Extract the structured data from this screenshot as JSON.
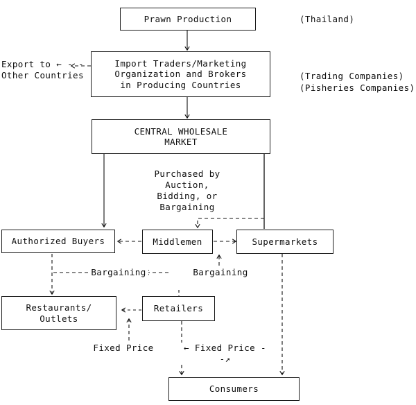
{
  "diagram": {
    "title": "Prawn marketing channel flowchart",
    "ink_color": "#111111",
    "background": "#ffffff",
    "nodes": [
      {
        "id": "prawn_production",
        "label": "Prawn Production"
      },
      {
        "id": "import_traders",
        "label": "Import Traders/Marketing\nOrganization and Brokers\nin Producing Countries"
      },
      {
        "id": "central_market",
        "label": "CENTRAL WHOLESALE\nMARKET"
      },
      {
        "id": "authorized_buyers",
        "label": "Authorized Buyers"
      },
      {
        "id": "middlemen",
        "label": "Middlemen"
      },
      {
        "id": "supermarkets",
        "label": "Supermarkets"
      },
      {
        "id": "restaurants_outlets",
        "label": "Restaurants/\nOutlets"
      },
      {
        "id": "retailers",
        "label": "Retailers"
      },
      {
        "id": "consumers",
        "label": "Consumers"
      }
    ],
    "annotations": [
      {
        "id": "country_note",
        "label": "(Thailand)"
      },
      {
        "id": "trading_companies_note",
        "label": "(Trading Companies)"
      },
      {
        "id": "fisheries_companies_note",
        "label": "(Pisheries Companies)"
      },
      {
        "id": "export_note",
        "label": "Export to ← - -\nOther Countries"
      },
      {
        "id": "purchase_method_note",
        "label": "Purchased by\nAuction,\nBidding, or\nBargaining"
      },
      {
        "id": "bargaining_left",
        "label": "Bargaining"
      },
      {
        "id": "bargaining_right",
        "label": "Bargaining"
      },
      {
        "id": "fixed_price_left",
        "label": "Fixed Price"
      },
      {
        "id": "fixed_price_right",
        "label": "← Fixed Price - -↗"
      }
    ],
    "edges": [
      {
        "from": "prawn_production",
        "to": "import_traders",
        "style": "solid-arrow"
      },
      {
        "from": "import_traders",
        "to": "export_note",
        "style": "dashed-arrow"
      },
      {
        "from": "import_traders",
        "to": "central_market",
        "style": "solid-arrow"
      },
      {
        "from": "central_market",
        "to": "authorized_buyers",
        "style": "solid-arrow"
      },
      {
        "from": "central_market",
        "to": "middlemen",
        "style": "dashed-arrow"
      },
      {
        "from": "central_market",
        "to": "supermarkets",
        "style": "solid-arrow"
      },
      {
        "from": "middlemen",
        "to": "authorized_buyers",
        "style": "dashed-arrow"
      },
      {
        "from": "middlemen",
        "to": "supermarkets",
        "style": "dashed-arrow"
      },
      {
        "from": "authorized_buyers",
        "to": "restaurants_outlets",
        "style": "dashed-arrow"
      },
      {
        "from": "supermarkets",
        "to": "consumers",
        "style": "dashed-arrow"
      },
      {
        "from": "retailers",
        "to": "consumers",
        "style": "dashed-arrow"
      },
      {
        "from": "retailers",
        "to": "restaurants_outlets",
        "style": "dashed-arrow"
      }
    ]
  }
}
